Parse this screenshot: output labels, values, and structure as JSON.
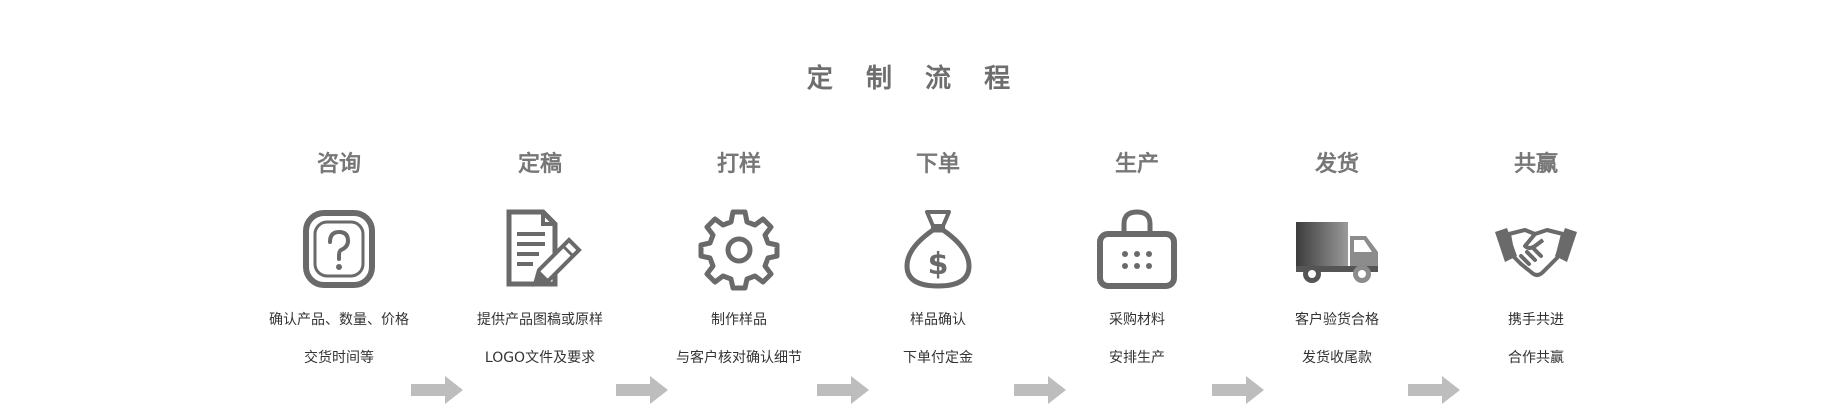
{
  "title": "定 制 流 程",
  "steps": [
    {
      "title": "咨询",
      "icon": "question-icon",
      "line1": "确认产品、数量、价格",
      "line2": "交货时间等"
    },
    {
      "title": "定稿",
      "icon": "document-pencil-icon",
      "line1": "提供产品图稿或原样",
      "line2": "LOGO文件及要求"
    },
    {
      "title": "打样",
      "icon": "gear-icon",
      "line1": "制作样品",
      "line2": "与客户核对确认细节"
    },
    {
      "title": "下单",
      "icon": "money-bag-icon",
      "line1": "样品确认",
      "line2": "下单付定金"
    },
    {
      "title": "生产",
      "icon": "shopping-bag-icon",
      "line1": "采购材料",
      "line2": "安排生产"
    },
    {
      "title": "发货",
      "icon": "truck-icon",
      "line1": "客户验货合格",
      "line2": "发货收尾款"
    },
    {
      "title": "共赢",
      "icon": "handshake-icon",
      "line1": "携手共进",
      "line2": "合作共赢"
    }
  ],
  "colors": {
    "icon": "#6a6a6a",
    "arrow": "#bdbdbd",
    "title": "#777777",
    "desc": "#333333"
  }
}
